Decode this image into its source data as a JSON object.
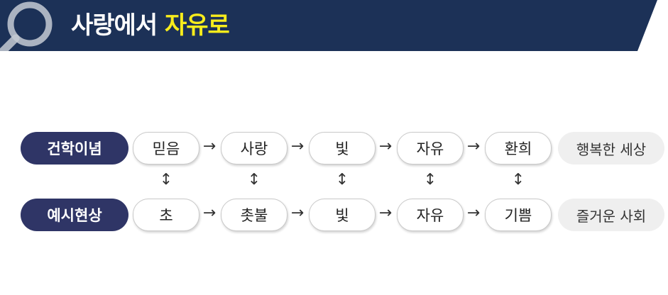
{
  "header": {
    "title_prefix": "사랑에서 ",
    "title_highlight": "자유로",
    "colors": {
      "banner": "#1c3157",
      "highlight": "#f7ec1c",
      "magnifier": "#c4cad3"
    },
    "icon": "magnifier-icon"
  },
  "rows": [
    {
      "label": "건학이념",
      "items": [
        "믿음",
        "사랑",
        "빛",
        "자유",
        "환희"
      ],
      "result": "행복한 세상"
    },
    {
      "label": "예시현상",
      "items": [
        "초",
        "촛불",
        "빛",
        "자유",
        "기쁨"
      ],
      "result": "즐거운 사회"
    }
  ],
  "connector": {
    "horizontal": "→",
    "vertical": "↕"
  },
  "colors": {
    "label_pill": "#2f3566",
    "result_pill": "#efefef"
  }
}
